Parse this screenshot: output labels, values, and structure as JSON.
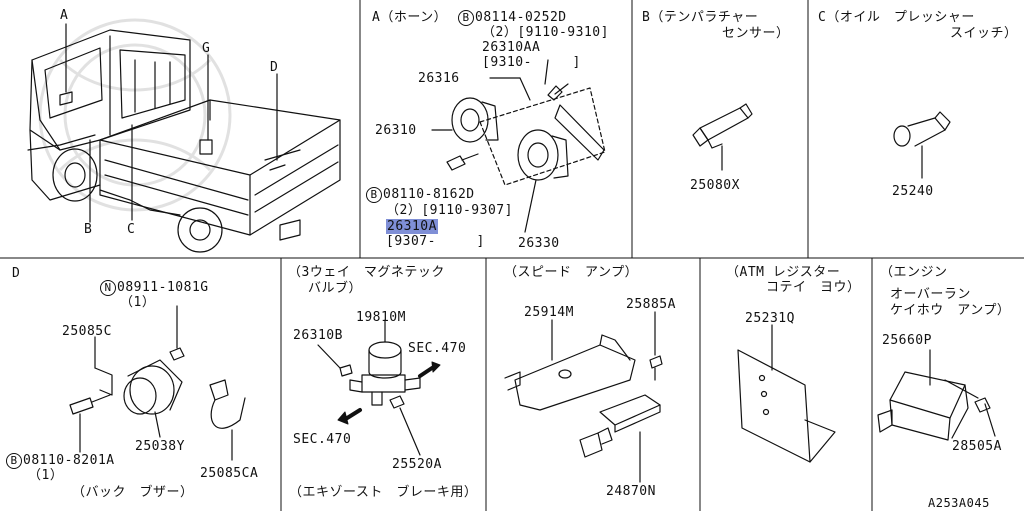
{
  "diagram_title": "",
  "drawing_code": "A253A045",
  "main_view": {
    "callouts": [
      "A",
      "G",
      "D",
      "B",
      "C"
    ]
  },
  "panel_a": {
    "header": "A（ホーン）",
    "bolt1_circle": "B",
    "bolt1_part": "08114-0252D",
    "bolt1_qty": "（2）[9110-9310]",
    "part_26310aa": "26310AA",
    "date_26310aa": "[9310-　　　]",
    "part_26316": "26316",
    "part_26310": "26310",
    "bolt2_circle": "B",
    "bolt2_part": "08110-8162D",
    "bolt2_qty": "（2）[9110-9307]",
    "part_26310a": "26310A",
    "date_26310a": "[9307-　　　]",
    "part_26330": "26330"
  },
  "panel_b": {
    "header1": "B（テンパラチャー",
    "header2": "センサー）",
    "part": "25080X"
  },
  "panel_c": {
    "header1": "C（オイル　プレッシャー",
    "header2": "スイッチ）",
    "part": "25240"
  },
  "panel_d": {
    "header": "D",
    "nut_circle": "N",
    "nut_part": "08911-1081G",
    "nut_qty": "（1）",
    "part_25085c": "25085C",
    "part_25038y": "25038Y",
    "part_25085ca": "25085CA",
    "bolt_circle": "B",
    "bolt_part": "08110-8201A",
    "bolt_qty": "（1）",
    "caption": "（バック　ブザー）"
  },
  "panel_valve": {
    "header1": "（3ウェイ　マグネテック",
    "header2": "バルブ）",
    "part_19810m": "19810M",
    "part_26310b": "26310B",
    "sec_right": "SEC.470",
    "sec_left": "SEC.470",
    "part_25520a": "25520A",
    "caption": "（エキゾースト　ブレーキ用）"
  },
  "panel_speed": {
    "header": "（スピード　アンプ）",
    "part_25914m": "25914M",
    "part_25885a": "25885A",
    "part_24870n": "24870N"
  },
  "panel_atm": {
    "header1": "（ATM レジスター",
    "header2": "コテイ　ヨウ）",
    "part": "25231Q"
  },
  "panel_engine": {
    "header1": "（エンジン",
    "header2": "オーバーラン",
    "header3": "ケイホウ　アンプ）",
    "part_25660p": "25660P",
    "part_28505a": "28505A"
  }
}
